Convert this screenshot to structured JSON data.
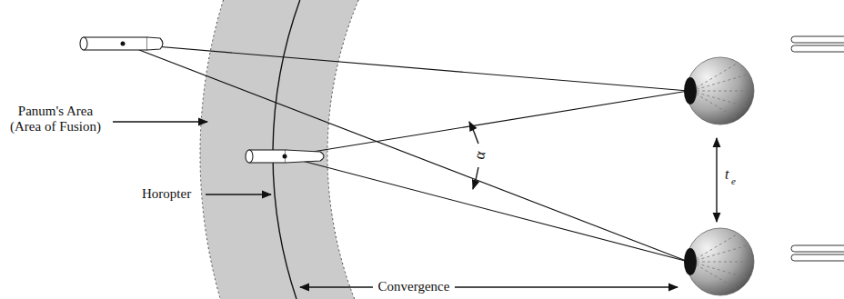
{
  "diagram": {
    "labels": [
      "Panum's Area (Area of Fusion)",
      "Horopter",
      "α",
      "t",
      "e",
      "Convergence"
    ]
  }
}
